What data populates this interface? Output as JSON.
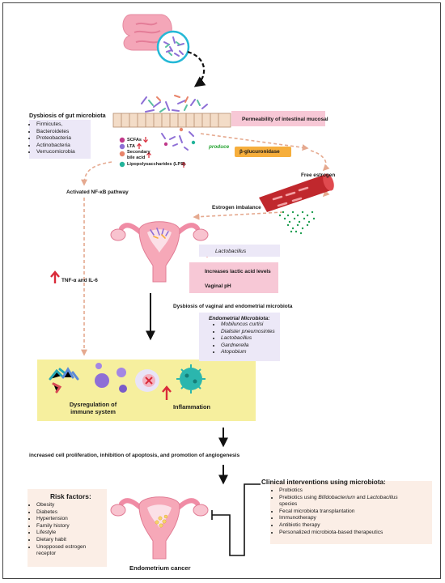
{
  "gut": {
    "dysbiosis_title": "Dysbiosis of gut microbiota",
    "bacteria": [
      "Firmicutes,",
      "Bacteroidetes",
      "Proteobacteria",
      "Actinobacteria",
      "Verrucomicrobia"
    ],
    "legend": [
      {
        "label": "SCFAs",
        "color": "#c0398a",
        "arrow": "down"
      },
      {
        "label": "LTA",
        "color": "#8e6fd6",
        "arrow": "up"
      },
      {
        "label": "Secondary bile acid",
        "color": "#e8846a",
        "arrow": "up"
      },
      {
        "label": "Lipopolysaccharides (LPS)",
        "color": "#22b39a",
        "arrow": "up"
      }
    ],
    "permeability": "Permeability of intestinal mucosal",
    "produce": "produce",
    "beta_glucuronidase": "β-glucuronidase",
    "free_estrogen": "Free estrogen",
    "estrogen_imbalance": "Estrogen imbalance",
    "nfkb": "Activated NF-κB pathway",
    "tnf": "TNF-α and IL-6"
  },
  "vaginal": {
    "lactobacillus": "Lactobacillus",
    "lactic_acid": "Increases lactic acid levels",
    "vaginal_ph": "Vaginal pH",
    "dysbiosis_title": "Dysbiosis of vaginal and endometrial microbiota",
    "endo_title": "Endometrial Microbiota:",
    "endo_items": [
      "Mobiluncus curtisi",
      "Dialister pneumosintes",
      "Lactobacillus",
      "Gardnerella",
      "Atopobium"
    ]
  },
  "immune": {
    "dysregulation": "Dysregulation of immune system",
    "inflammation": "Inflammation"
  },
  "proliferation": "increased cell proliferation, inhibition of apoptosis, and promotion of angiogenesis",
  "risk": {
    "title": "Risk factors:",
    "items": [
      "Obesity",
      "Diabetes",
      "Hypertension",
      "Family history",
      "Lifestyle",
      "Dietary habit",
      "Unopposed estrogen receptor"
    ]
  },
  "clinical": {
    "title": "Clinical interventions using microbiota:",
    "items_plain": [
      "Probiotics"
    ],
    "prebiotics": {
      "pre": "Prebiotics using ",
      "g1": "Bifidobacterium",
      "mid": " and ",
      "g2": "Lactobacillus",
      "post": " species"
    },
    "items_rest": [
      "Fecal microbiota transplantation",
      "Immunotherapy",
      "Antibiotic therapy",
      "Personalized microbiota-based therapeutics"
    ]
  },
  "endometrium_cancer": "Endometrium cancer",
  "colors": {
    "pink_box": "#f7c8d6",
    "lavender_box": "#ece8f7",
    "yellow_box": "#f6ef9e",
    "orange_box": "#f6ae3c",
    "risk_box": "#fbeee6",
    "red_arrow": "#d92b3a",
    "dashed_arrow": "#e5a98f"
  }
}
